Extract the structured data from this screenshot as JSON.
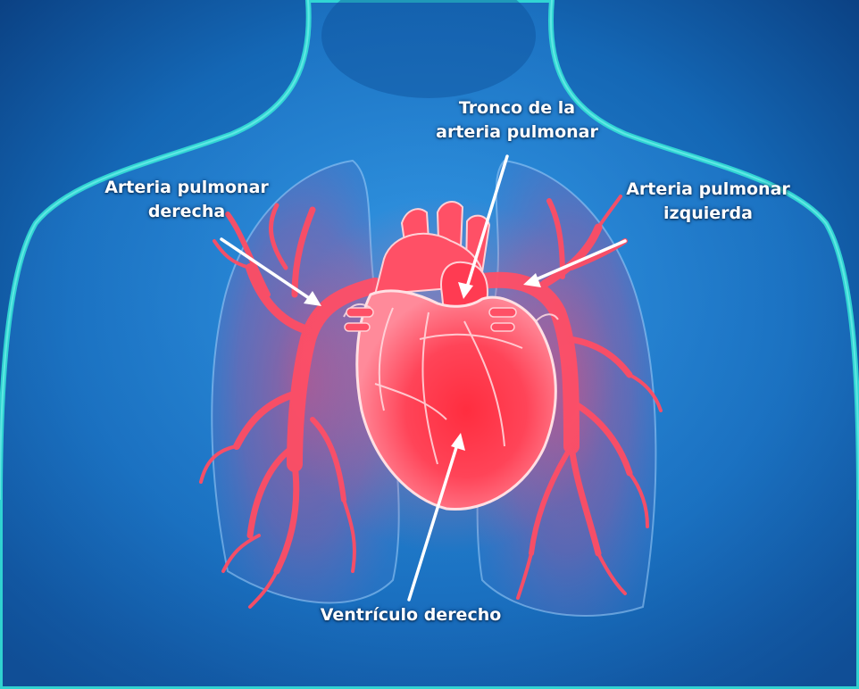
{
  "labels": {
    "right_pulmonary_artery": [
      "Arteria pulmonar",
      "derecha"
    ],
    "pulmonary_trunk": [
      "Tronco de la",
      "arteria pulmonar"
    ],
    "left_pulmonary_artery": [
      "Arteria pulmonar",
      "izquierda"
    ],
    "right_ventricle": "Ventrículo derecho"
  },
  "colors": {
    "background_dark": "#0a3d7e",
    "background_light": "#1f7fcf",
    "body_outline": "#34e0d6",
    "lung_tint": "#8a5fa8",
    "heart_red": "#ff3b4e",
    "vessel_red": "#ff4d63",
    "label_text": "#ffffff"
  }
}
